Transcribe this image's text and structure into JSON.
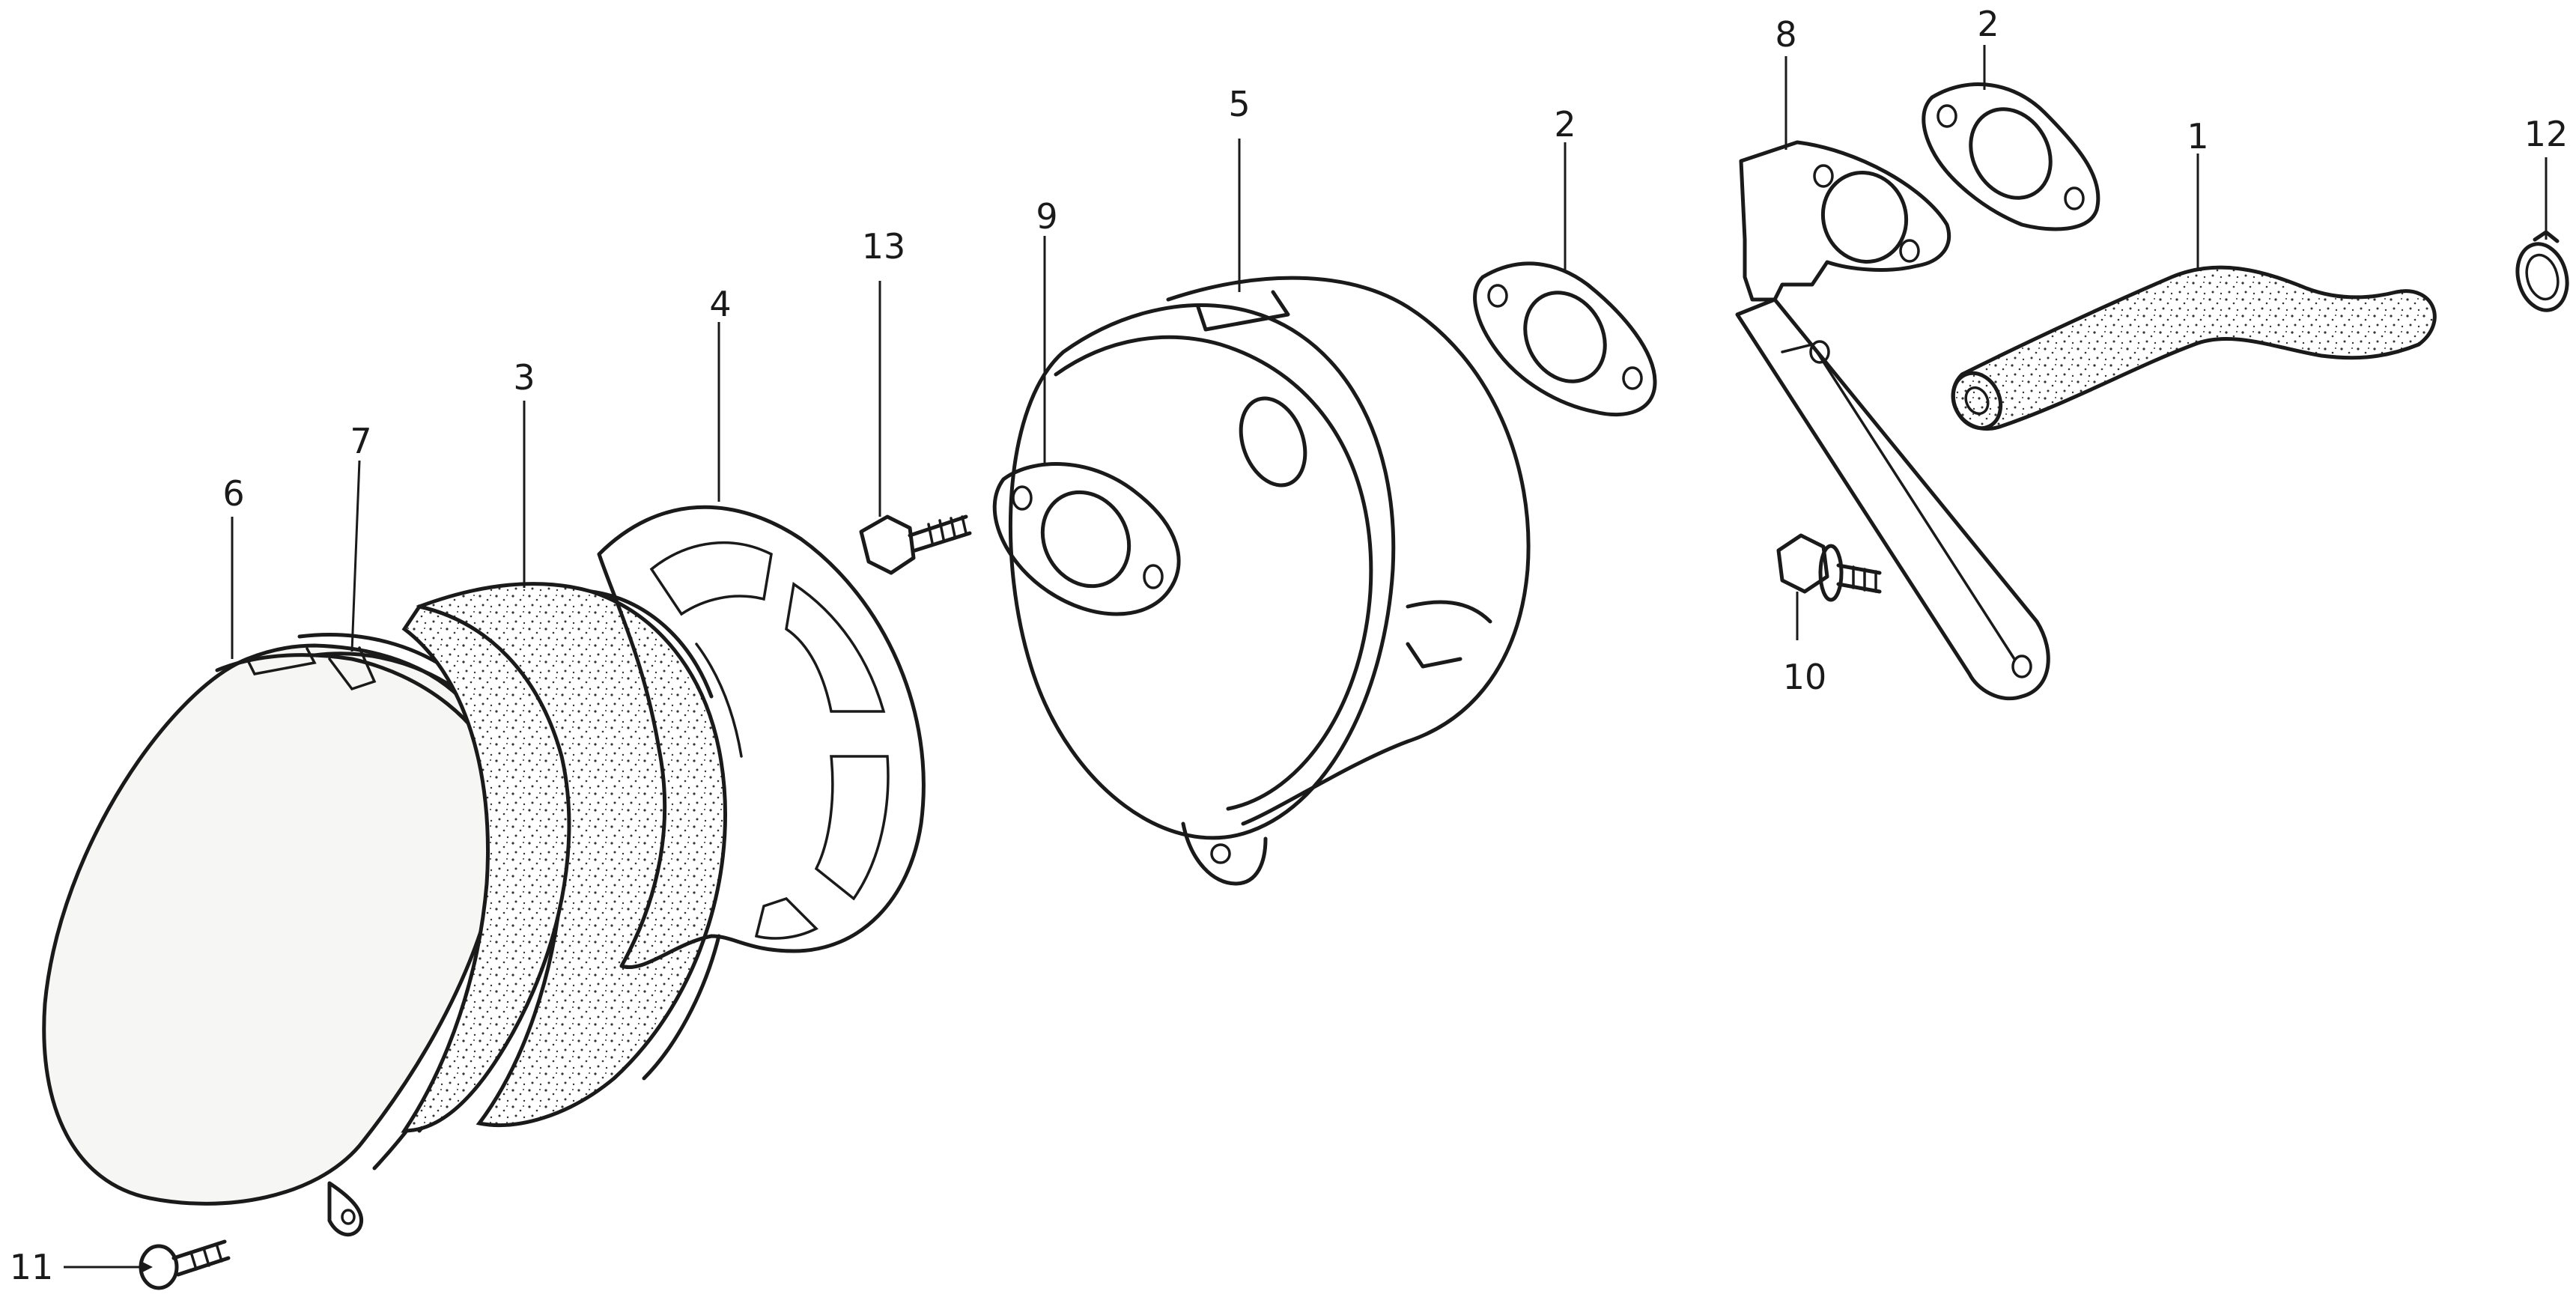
{
  "callouts": [
    {
      "id": "c1",
      "text": "1"
    },
    {
      "id": "c2a",
      "text": "2"
    },
    {
      "id": "c2b",
      "text": "2"
    },
    {
      "id": "c3",
      "text": "3"
    },
    {
      "id": "c4",
      "text": "4"
    },
    {
      "id": "c5",
      "text": "5"
    },
    {
      "id": "c6",
      "text": "6"
    },
    {
      "id": "c7",
      "text": "7"
    },
    {
      "id": "c8",
      "text": "8"
    },
    {
      "id": "c9",
      "text": "9"
    },
    {
      "id": "c10",
      "text": "10"
    },
    {
      "id": "c11",
      "text": "11"
    },
    {
      "id": "c12",
      "text": "12"
    },
    {
      "id": "c13",
      "text": "13"
    }
  ],
  "colors": {
    "line": "#1a1a1a",
    "background": "#ffffff"
  }
}
